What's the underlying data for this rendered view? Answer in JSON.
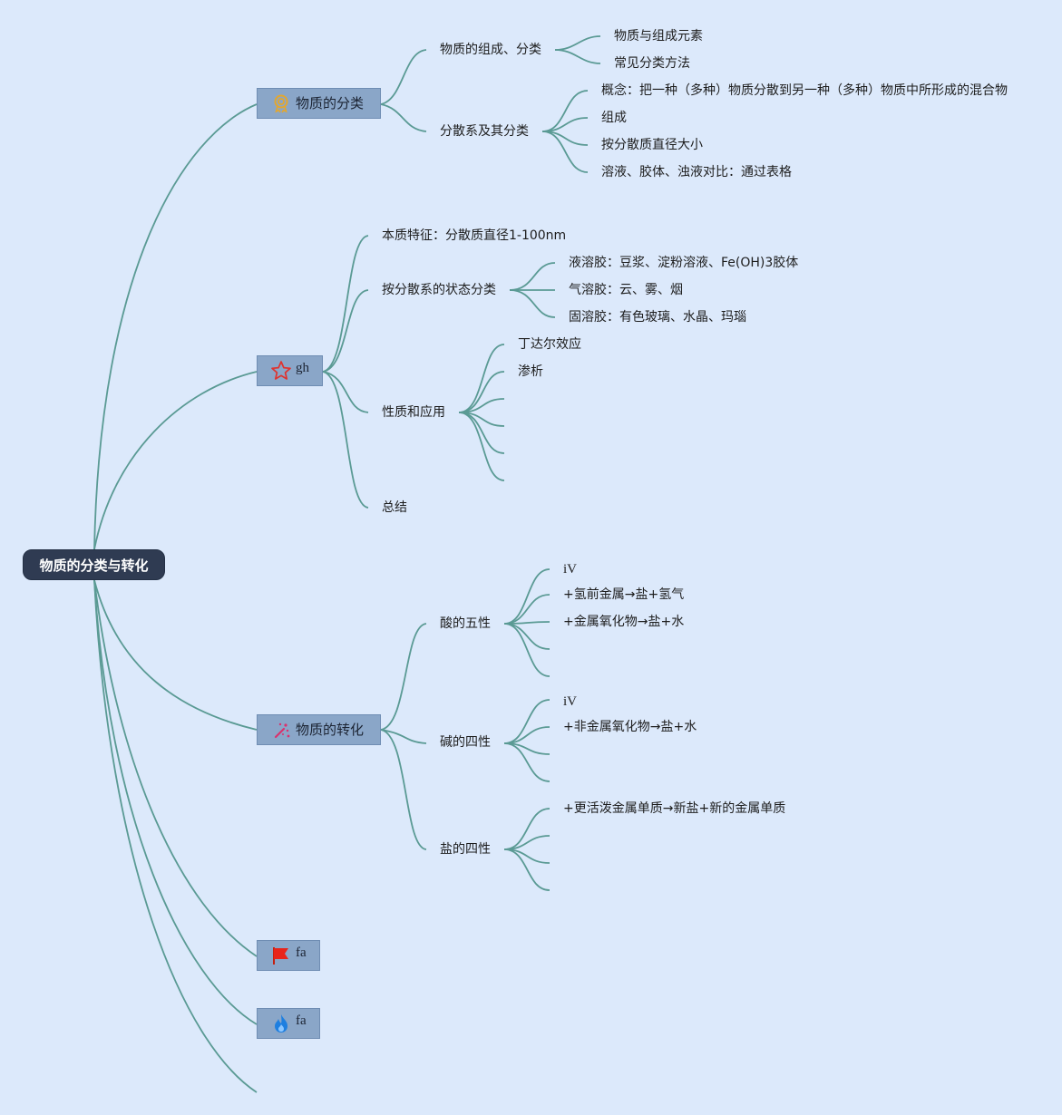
{
  "root": {
    "label": "物质的分类与转化"
  },
  "colors": {
    "background": "#dce9fb",
    "link": "#5a9a94",
    "root_fill": "#2f3b52",
    "topic_fill": "#8aa6c8"
  },
  "topics": {
    "classification": {
      "icon": "award-medal-icon",
      "label": "物质的分类",
      "composition": {
        "label": "物质的组成、分类",
        "children": [
          "物质与组成元素",
          "常见分类方法"
        ]
      },
      "dispersion": {
        "label": "分散系及其分类",
        "children": [
          "概念：把一种（多种）物质分散到另一种（多种）物质中所形成的混合物",
          "组成",
          "按分散质直径大小",
          "溶液、胶体、浊液对比：通过表格"
        ]
      }
    },
    "gh": {
      "icon": "star-outline-icon",
      "label": "gh",
      "essence": {
        "label": "本质特征：分散质直径1-100nm"
      },
      "state": {
        "label": "按分散系的状态分类",
        "children": [
          "液溶胶：豆浆、淀粉溶液、Fe(OH)3胶体",
          "气溶胶：云、雾、烟",
          "固溶胶：有色玻璃、水晶、玛瑙"
        ]
      },
      "properties": {
        "label": "性质和应用",
        "children": [
          "丁达尔效应",
          "渗析",
          "",
          "",
          "",
          ""
        ]
      },
      "summary": {
        "label": "总结"
      }
    },
    "transformation": {
      "icon": "sparkle-magic-icon",
      "label": "物质的转化",
      "acid": {
        "label": "酸的五性",
        "children": [
          "iV",
          "+氢前金属→盐+氢气",
          "+金属氧化物→盐+水",
          "",
          ""
        ]
      },
      "base": {
        "label": "碱的四性",
        "children": [
          "iV",
          "+非金属氧化物→盐+水",
          "",
          ""
        ]
      },
      "salt": {
        "label": "盐的四性",
        "children": [
          "+更活泼金属单质→新盐+新的金属单质",
          "",
          "",
          ""
        ]
      }
    },
    "fa1": {
      "icon": "red-flag-icon",
      "label": "fa"
    },
    "fa2": {
      "icon": "blue-flame-icon",
      "label": "fa"
    }
  }
}
